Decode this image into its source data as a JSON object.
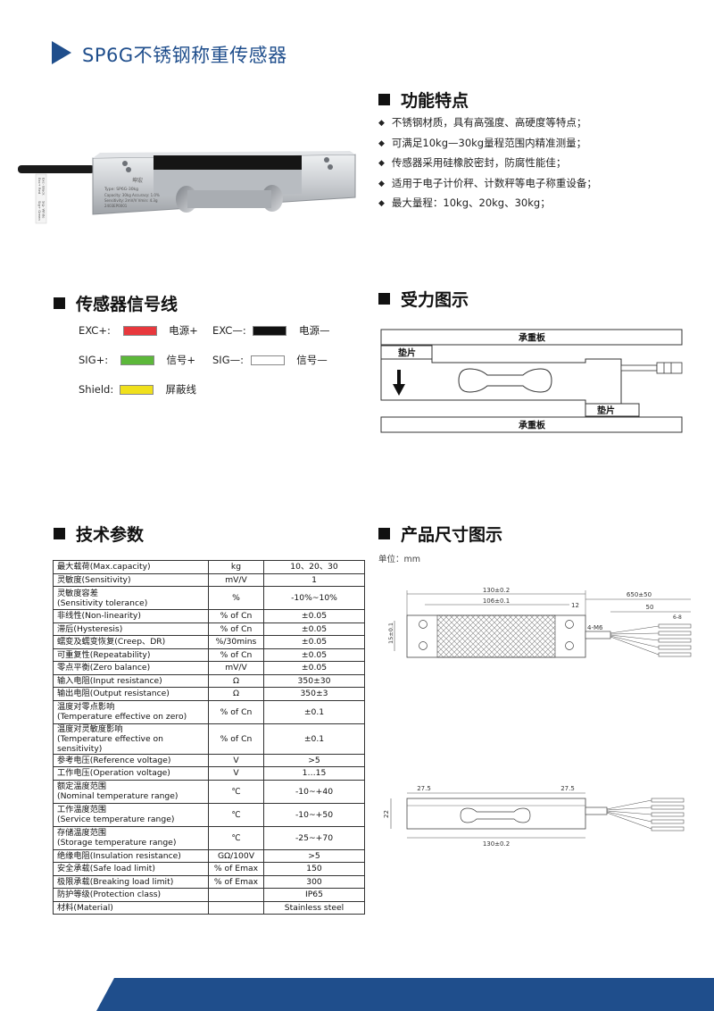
{
  "title": "SP6G不锈钢称重传感器",
  "features": {
    "heading": "功能特点",
    "items": [
      "不锈钢材质，具有高强度、高硬度等特点；",
      "可满足10kg—30kg量程范围内精准测量；",
      "传感器采用硅橡胶密封，防腐性能佳；",
      "适用于电子计价秤、计数秤等电子称重设备；",
      "最大量程：10kg、20kg、30kg；"
    ]
  },
  "product_label": {
    "brand": "坤宏",
    "type": "Type:  SP6G-30kg",
    "capacity": "Capacity:  30kg  Accuracy: 1.0%",
    "sensitivity": "Sensitivity:  2mV/V  Vmin:  4.3g",
    "serial": "2403EP0001",
    "side": [
      "Exc+ Red",
      "Exc- Black",
      "Sig+ Green",
      "Sig- White"
    ]
  },
  "signal": {
    "heading": "传感器信号线",
    "wires": [
      {
        "code": "EXC+:",
        "color": "#e8383d",
        "label": "电源+"
      },
      {
        "code": "EXC—:",
        "color": "#111111",
        "label": "电源—"
      },
      {
        "code": "SIG+:",
        "color": "#5cb83a",
        "label": "信号+"
      },
      {
        "code": "SIG—:",
        "color": "#ffffff",
        "label": "信号—"
      },
      {
        "code": "Shield:",
        "color": "#f0e01c",
        "label": "屏蔽线"
      }
    ]
  },
  "force": {
    "heading": "受力图示",
    "top_plate": "承重板",
    "bottom_plate": "承重板",
    "pad_left": "垫片",
    "pad_right": "垫片"
  },
  "spec": {
    "heading": "技术参数",
    "rows": [
      [
        "最大载荷(Max.capacity)",
        "kg",
        "10、20、30"
      ],
      [
        "灵敏度(Sensitivity)",
        "mV/V",
        "1"
      ],
      [
        "灵敏度容差\n(Sensitivity tolerance)",
        "%",
        "-10%~10%"
      ],
      [
        "非线性(Non-linearity)",
        "% of Cn",
        "±0.05"
      ],
      [
        "滞后(Hysteresis)",
        "% of Cn",
        "±0.05"
      ],
      [
        "蠕变及蠕变恢复(Creep、DR)",
        "%/30mins",
        "±0.05"
      ],
      [
        "可重复性(Repeatability)",
        "% of Cn",
        "±0.05"
      ],
      [
        "零点平衡(Zero balance)",
        "mV/V",
        "±0.05"
      ],
      [
        "输入电阻(Input resistance)",
        "Ω",
        "350±30"
      ],
      [
        "输出电阻(Output resistance)",
        "Ω",
        "350±3"
      ],
      [
        "温度对零点影响\n(Temperature effective on zero)",
        "% of Cn",
        "±0.1"
      ],
      [
        "温度对灵敏度影响\n(Temperature effective on sensitivity)",
        "% of Cn",
        "±0.1"
      ],
      [
        "参考电压(Reference voltage)",
        "V",
        ">5"
      ],
      [
        "工作电压(Operation voltage)",
        "V",
        "1…15"
      ],
      [
        "额定温度范围\n(Nominal temperature range)",
        "℃",
        "-10~+40"
      ],
      [
        "工作温度范围\n(Service temperature range)",
        "℃",
        "-10~+50"
      ],
      [
        "存储温度范围\n(Storage temperature range)",
        "℃",
        "-25~+70"
      ],
      [
        "绝缘电阻(Insulation resistance)",
        "GΩ/100V",
        ">5"
      ],
      [
        "安全承载(Safe load limit)",
        "% of Emax",
        "150"
      ],
      [
        "极限承载(Breaking load limit)",
        "% of Emax",
        "300"
      ],
      [
        "防护等级(Protection class)",
        "",
        "IP65"
      ],
      [
        "材料(Material)",
        "",
        "Stainless steel"
      ]
    ]
  },
  "dimensions": {
    "heading": "产品尺寸图示",
    "units": "单位：mm",
    "top_view": {
      "total_len": "130±0.2",
      "hole_pitch": "106±0.1",
      "end": "12",
      "height": "15±0.1",
      "thread": "4-M6",
      "cable": "650±50",
      "strip": "50",
      "tip": "6-8"
    },
    "side_view": {
      "left": "27.5",
      "right": "27.5",
      "height": "22",
      "total_len": "130±0.2"
    }
  }
}
